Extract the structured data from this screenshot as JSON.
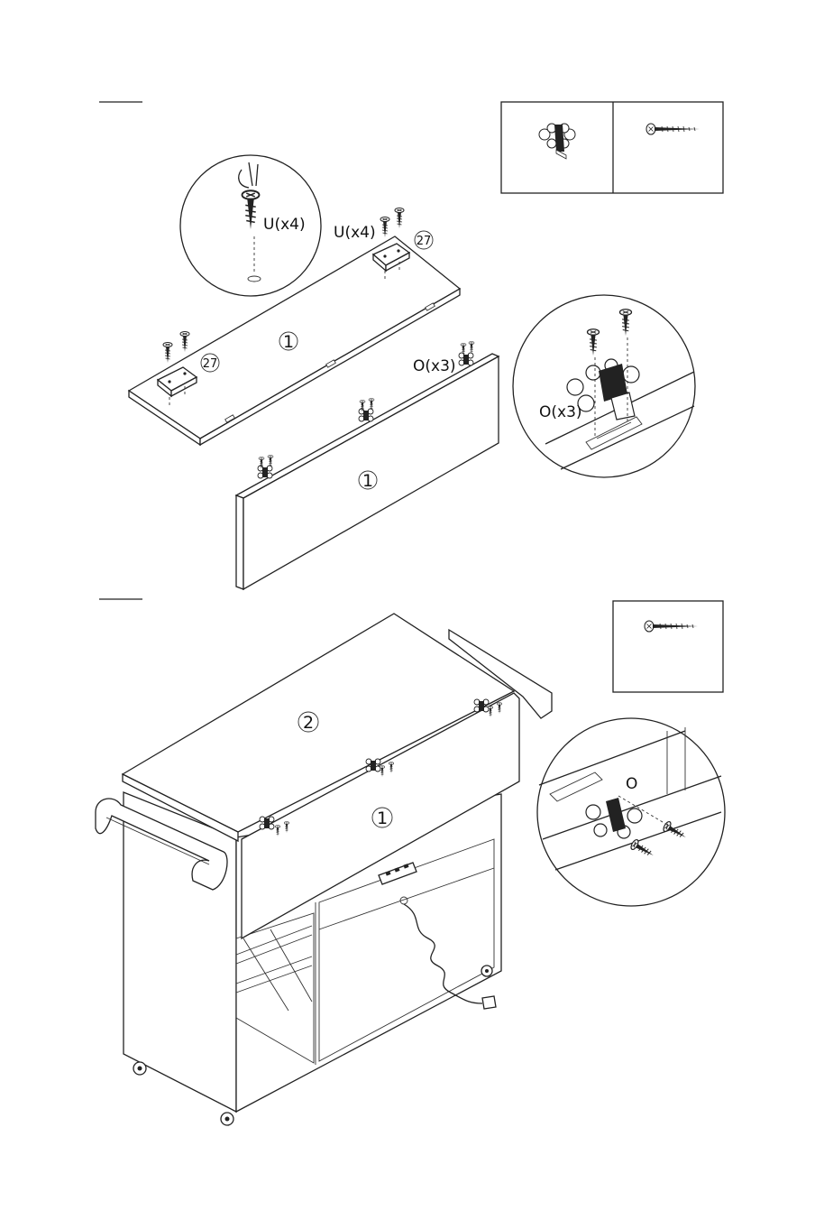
{
  "step1": {
    "top_parts": {
      "hinge_part": "hinge-icon",
      "screw_part": "screw-icon"
    },
    "circle_screw_label": "U(x4)",
    "screw_label_right": "U(x4)",
    "block_number_right": "27",
    "block_number_left": "27",
    "board_top_number": "1",
    "board_front_number": "1",
    "hinge_label_board": "O(x3)",
    "hinge_label_circle": "O(x3)"
  },
  "step2": {
    "parts": {
      "screw_part": "screw-icon"
    },
    "top_number": "2",
    "front_number": "1",
    "hinge_label_circle": "O"
  },
  "colors": {
    "line": "#222222",
    "background": "#ffffff"
  }
}
